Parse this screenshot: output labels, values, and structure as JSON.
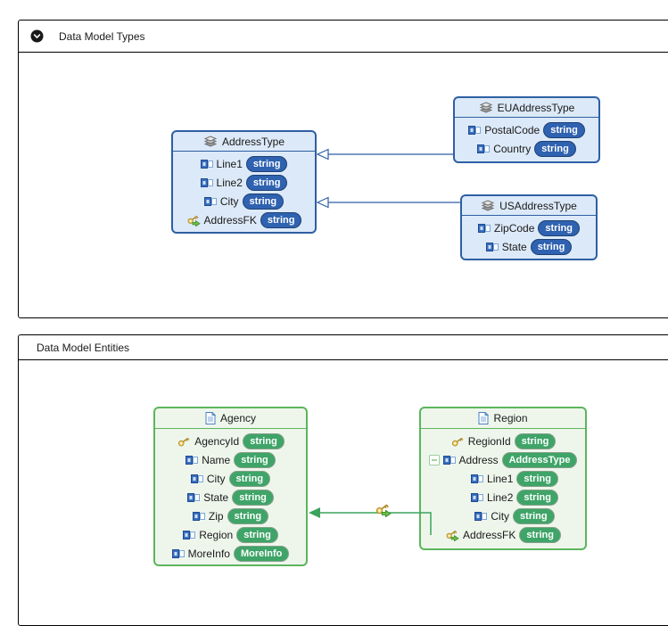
{
  "top_panel": {
    "title": "Data Model Types"
  },
  "bottom_panel": {
    "title": "Data Model Entities"
  },
  "icons": {
    "panel_collapse": "chevron-down-circle-icon",
    "type_header": "stack-icon",
    "entity_header": "document-icon",
    "field": "element-icon",
    "primary_key": "key-icon",
    "foreign_key": "key-arrow-icon",
    "collapse_toggle": "minus-box-icon",
    "relation_decorator": "key-arrow-icon"
  },
  "colors": {
    "type_border": "#2e5fa3",
    "type_fill": "#dce9f8",
    "type_badge": "#2f62b0",
    "entity_border": "#5cb55c",
    "entity_fill": "#eef6ec",
    "entity_badge": "#3fa468",
    "relation_line": "#3aa35c",
    "panel_border": "#000000"
  },
  "type_boxes": [
    {
      "name": "AddressType",
      "fields": [
        {
          "name": "Line1",
          "type": "string"
        },
        {
          "name": "Line2",
          "type": "string"
        },
        {
          "name": "City",
          "type": "string"
        },
        {
          "name": "AddressFK",
          "type": "string"
        }
      ]
    },
    {
      "name": "EUAddressType",
      "fields": [
        {
          "name": "PostalCode",
          "type": "string"
        },
        {
          "name": "Country",
          "type": "string"
        }
      ]
    },
    {
      "name": "USAddressType",
      "fields": [
        {
          "name": "ZipCode",
          "type": "string"
        },
        {
          "name": "State",
          "type": "string"
        }
      ]
    }
  ],
  "entity_boxes": [
    {
      "name": "Agency",
      "fields": [
        {
          "name": "AgencyId",
          "type": "string"
        },
        {
          "name": "Name",
          "type": "string"
        },
        {
          "name": "City",
          "type": "string"
        },
        {
          "name": "State",
          "type": "string"
        },
        {
          "name": "Zip",
          "type": "string"
        },
        {
          "name": "Region",
          "type": "string"
        },
        {
          "name": "MoreInfo",
          "type": "MoreInfo"
        }
      ]
    },
    {
      "name": "Region",
      "fields": [
        {
          "name": "RegionId",
          "type": "string"
        },
        {
          "name": "Address",
          "type": "AddressType"
        },
        {
          "name": "Line1",
          "type": "string"
        },
        {
          "name": "Line2",
          "type": "string"
        },
        {
          "name": "City",
          "type": "string"
        },
        {
          "name": "AddressFK",
          "type": "string"
        }
      ]
    }
  ],
  "connectors": {
    "inheritance": [
      {
        "from": "EUAddressType",
        "to": "AddressType",
        "arrow": "hollow-triangle"
      },
      {
        "from": "USAddressType",
        "to": "AddressType",
        "arrow": "hollow-triangle"
      }
    ],
    "relations": [
      {
        "from": "Region",
        "to": "Agency",
        "arrow": "solid-triangle",
        "decorator": "key-arrow-icon"
      }
    ]
  }
}
